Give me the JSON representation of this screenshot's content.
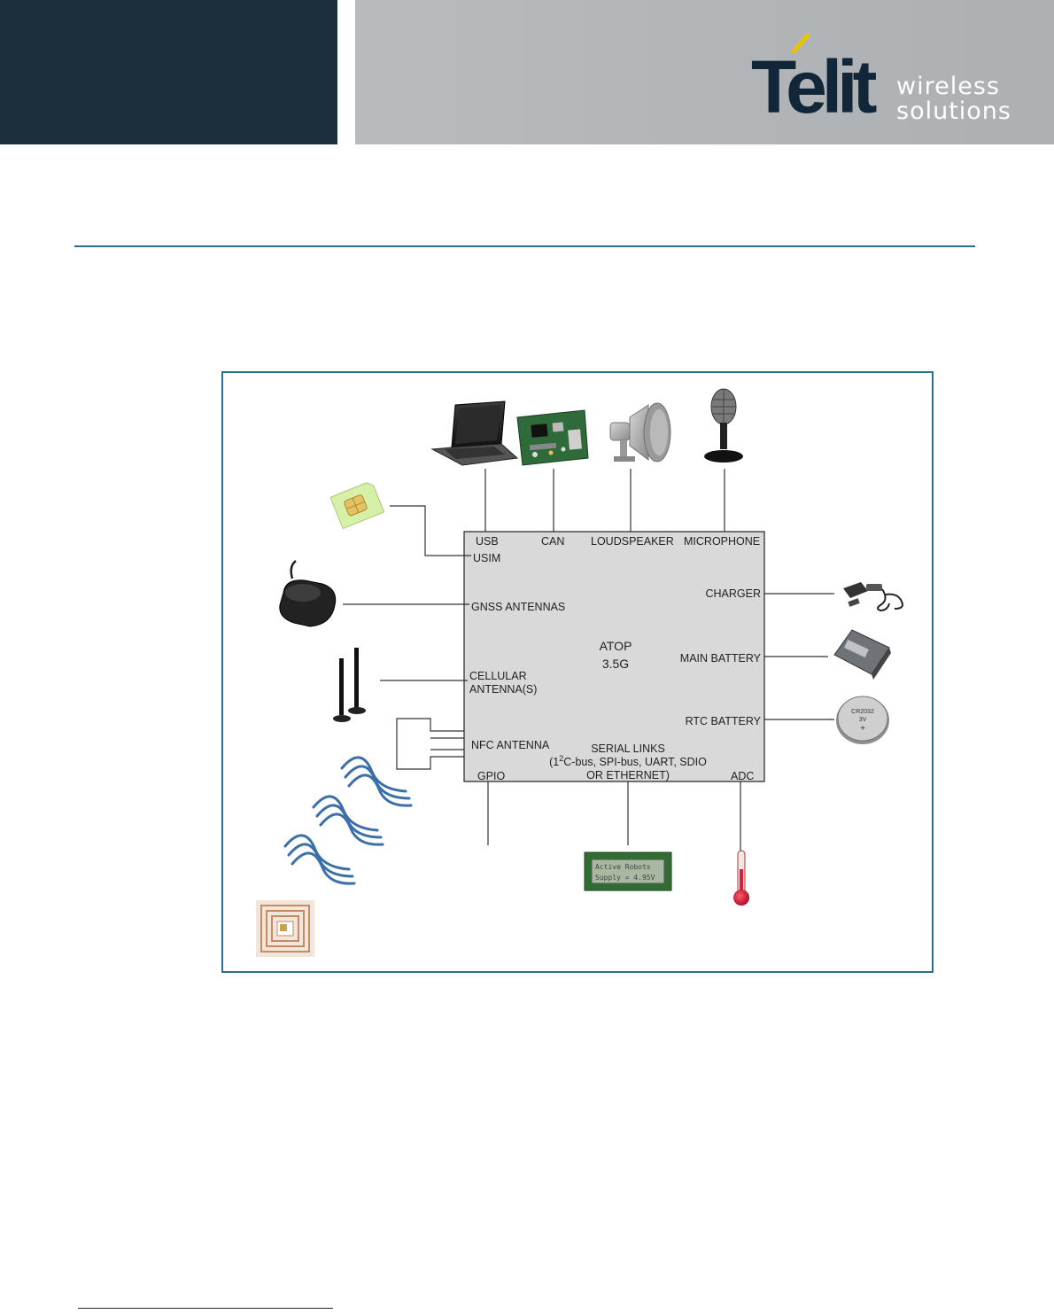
{
  "header": {
    "brand_name": "Telit",
    "tagline_line1": "wireless",
    "tagline_line2": "solutions",
    "colors": {
      "dark_band": "#1c2f3d",
      "gray_band": "#b1b4b6",
      "logo_text": "#112638",
      "accent_yellow": "#e8c400",
      "rule": "#2d6c85"
    }
  },
  "diagram": {
    "module": {
      "name": "ATOP",
      "version": "3.5G"
    },
    "interfaces": {
      "usb": "USB",
      "can": "CAN",
      "loudspeaker": "LOUDSPEAKER",
      "microphone": "MICROPHONE",
      "usim": "USIM",
      "gnss": "GNSS ANTENNAS",
      "cellular_line1": "CELLULAR",
      "cellular_line2": "ANTENNA(S)",
      "nfc": "NFC ANTENNA",
      "charger": "CHARGER",
      "main_battery": "MAIN BATTERY",
      "rtc_battery": "RTC BATTERY",
      "serial_line1": "SERIAL LINKS",
      "serial_line2_pre": "(1",
      "serial_line2_sup": "2",
      "serial_line2_post": "C-bus, SPI-bus, UART, SDIO",
      "serial_line3": "OR ETHERNET)",
      "gpio": "GPIO",
      "adc": "ADC"
    },
    "peripherals": [
      "laptop-icon",
      "circuit-board-icon",
      "horn-speaker-icon",
      "microphone-icon",
      "sim-card-icon",
      "gnss-antenna-icon",
      "cellular-antenna-icon",
      "car-charger-icon",
      "battery-icon",
      "coin-cell-icon",
      "nfc-waves-icon",
      "rfid-tag-icon",
      "lcd-display-icon",
      "thermometer-icon"
    ],
    "lcd_text_line1": "Active Robots",
    "lcd_text_line2": "Supply = 4.95V",
    "coin_cell_text_line1": "CR2032",
    "coin_cell_text_line2": "3V",
    "colors": {
      "frame": "#2a6e8c",
      "module_fill": "#d9d9d9",
      "nfc_waves": "#3a6fa8"
    }
  }
}
